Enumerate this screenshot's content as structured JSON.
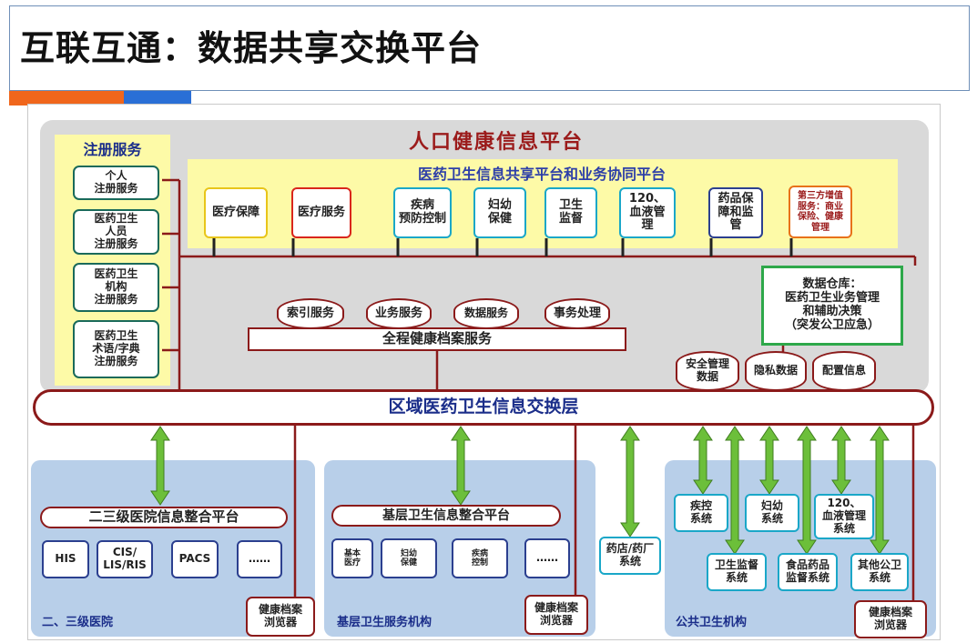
{
  "header": {
    "title": "互联互通：数据共享交换平台"
  },
  "platform": {
    "title": "人口健康信息平台",
    "registration": {
      "title": "注册服务",
      "items": [
        "个人\n注册服务",
        "医药卫生\n人员\n注册服务",
        "医药卫生\n机构\n注册服务",
        "医药卫生\n术语/字典\n注册服务"
      ]
    },
    "collab": {
      "title": "医药卫生信息共享平台和业务协同平台",
      "items": [
        "医疗保障",
        "医疗服务",
        "疾病\n预防控制",
        "妇幼\n保健",
        "卫生\n监督",
        "120、\n血液管\n理",
        "药品保\n障和监\n管",
        "第三方增值\n服务：商业\n保险、健康\n管理"
      ]
    },
    "services": [
      "索引服务",
      "业务服务",
      "数据服务",
      "事务处理"
    ],
    "archive_service": "全程健康档案服务",
    "warehouse": "数据仓库：\n医药卫生业务管理\n和辅助决策\n（突发公卫应急）",
    "security": [
      "安全管理\n数据",
      "隐私数据",
      "配置信息"
    ],
    "exchange_layer": "区域医药卫生信息交换层"
  },
  "hospital": {
    "label": "二、三级医院",
    "integration": "二三级医院信息整合平台",
    "systems": [
      "HIS",
      "CIS/\nLIS/RIS",
      "PACS",
      "……"
    ],
    "browser": "健康档案\n浏览器"
  },
  "primary": {
    "label": "基层卫生服务机构",
    "integration": "基层卫生信息整合平台",
    "systems": [
      "基本\n医疗",
      "妇幼\n保健",
      "疾病\n控制",
      "……"
    ],
    "browser": "健康档案\n浏览器"
  },
  "pharmacy": {
    "label": "药店/药厂\n系统"
  },
  "public_health": {
    "label": "公共卫生机构",
    "systems_top": [
      "疾控\n系统",
      "妇幼\n系统",
      "120、\n血液管理\n系统"
    ],
    "systems_bottom": [
      "卫生监督\n系统",
      "食品药品\n监督系统",
      "其他公卫\n系统"
    ],
    "browser": "健康档案\n浏览器"
  }
}
